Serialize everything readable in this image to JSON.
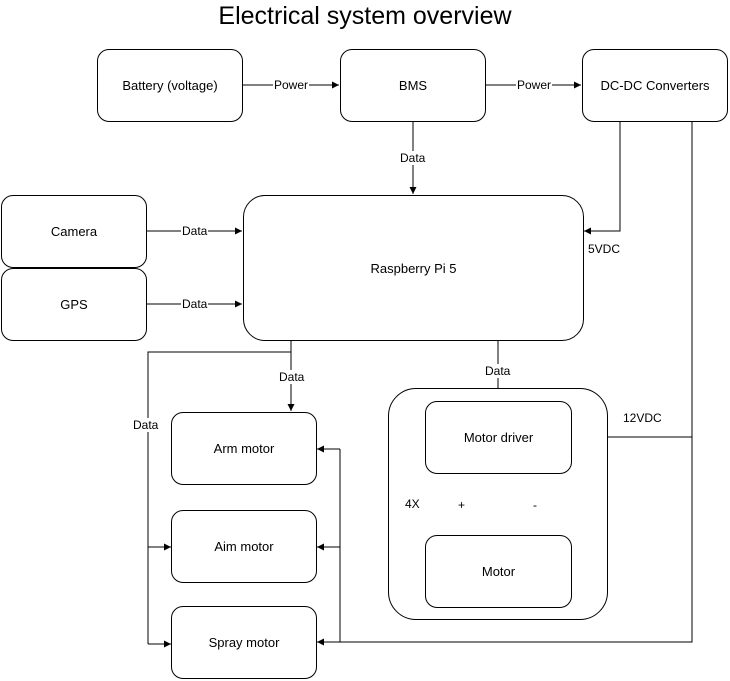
{
  "title": "Electrical system overview",
  "nodes": {
    "battery": "Battery (voltage)",
    "bms": "BMS",
    "dcdc": "DC-DC Converters",
    "camera": "Camera",
    "gps": "GPS",
    "rpi": "Raspberry Pi 5",
    "arm_motor": "Arm motor",
    "aim_motor": "Aim motor",
    "spray_motor": "Spray motor",
    "motor_driver": "Motor driver",
    "motor": "Motor"
  },
  "edge_labels": {
    "battery_bms": "Power",
    "bms_dcdc": "Power",
    "bms_rpi": "Data",
    "camera_rpi": "Data",
    "gps_rpi": "Data",
    "dcdc_rpi": "5VDC",
    "rpi_arm": "Data",
    "rpi_motors_left": "Data",
    "rpi_driver": "Data",
    "dcdc_12v": "12VDC",
    "plus": "+",
    "minus": "-",
    "multiplier": "4X"
  },
  "colors": {
    "line": "#000000",
    "positive_wire": "#d32f2f"
  }
}
